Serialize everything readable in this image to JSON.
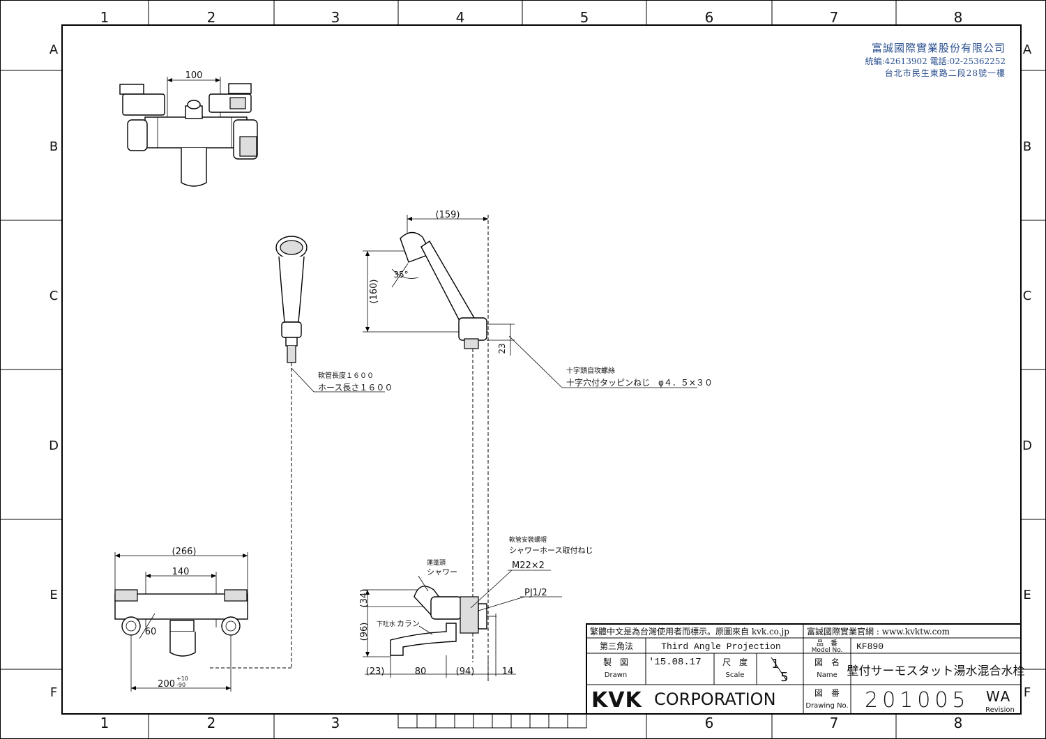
{
  "frame": {
    "columns": [
      "1",
      "2",
      "3",
      "4",
      "5",
      "6",
      "7",
      "8"
    ],
    "rows": [
      "A",
      "B",
      "C",
      "D",
      "E",
      "F"
    ]
  },
  "company_note": {
    "name": "富誠國際實業股份有限公司",
    "tax_phone": "統編:42613902 電話:02-25362252",
    "address": "台北市民生東路二段28號一樓"
  },
  "dimensions": {
    "top_width": "100",
    "handle_width": "(159)",
    "handle_height": "(160)",
    "handle_angle": "35°",
    "bracket_offset": "23",
    "overall_width": "(266)",
    "center_width": "140",
    "angle_60": "60",
    "bottom_span_base": "200",
    "bottom_span_tol_plus": "+10",
    "bottom_span_tol_minus": "-90",
    "side_34": "(34)",
    "side_96": "(96)",
    "side_23": "(23)",
    "side_80": "80",
    "side_94": "(94)",
    "side_14": "14"
  },
  "annotations": {
    "hose_length_tw": "軟管長度１６００",
    "hose_length_jp": "ホース長さ１６００",
    "screw_tw": "十字頭自攻螺絲",
    "screw_jp": "十字穴付タッピンねじ　φ４．５×３０",
    "hose_nut_tw": "軟管安裝螺帽",
    "hose_nut_jp": "シャワーホース取付ねじ",
    "hose_thread": "M22×2",
    "inlet_thread": "PJ1/2",
    "shower_tw": "蓮蓬頭",
    "shower_jp": "シャワー",
    "spout_tw": "下吐水",
    "spout_jp": "カラン"
  },
  "title_block": {
    "note_tw": "繁體中文是為台灣使用者而標示。原圖來自 kvk.co.jp",
    "website": "富誠國際實業官網 : www.kvktw.com",
    "projection_label": "第三角法",
    "projection_value": "Third Angle Projection",
    "model_label_jp": "品　番",
    "model_label_en": "Model No.",
    "model_value": "KF890",
    "drawn_label_jp": "製　図",
    "drawn_label_en": "Drawn",
    "drawn_value": "'15.08.17",
    "scale_label_jp": "尺　度",
    "scale_label_en": "Scale",
    "scale_num": "1",
    "scale_den": "5",
    "name_label_jp": "図　名",
    "name_label_en": "Name",
    "name_value": "壁付サーモスタット湯水混合水栓",
    "corp_logo": "KVK",
    "corp_name": "CORPORATION",
    "drawing_label_jp": "図　番",
    "drawing_label_en": "Drawing No.",
    "drawing_value": "201005",
    "revision_value": "WA",
    "revision_label": "Revision"
  }
}
